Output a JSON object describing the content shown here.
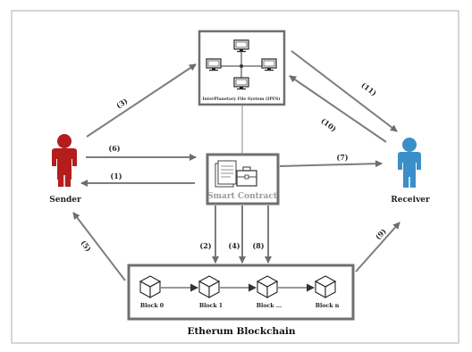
{
  "actors": {
    "sender": "Sender",
    "receiver": "Receiver"
  },
  "ipfs": {
    "label": "InterPlanetary File System (IPFS)"
  },
  "smart_contract": {
    "label": "Smart Contract"
  },
  "blockchain": {
    "title": "Etherum Blockchain",
    "blocks": [
      "Block 0",
      "Block 1",
      "Block ...",
      "Block n"
    ]
  },
  "steps": {
    "s1": "(1)",
    "s2": "(2)",
    "s3": "(3)",
    "s4": "(4)",
    "s5": "(5)",
    "s6": "(6)",
    "s7": "(7)",
    "s8": "(8)",
    "s9": "(9)",
    "s10": "(10)",
    "s11": "(11)"
  },
  "colors": {
    "sender": "#b51d1d",
    "receiver": "#3b8fc9",
    "arrow": "#7d7d7d",
    "box_border": "#6f6f6f"
  }
}
